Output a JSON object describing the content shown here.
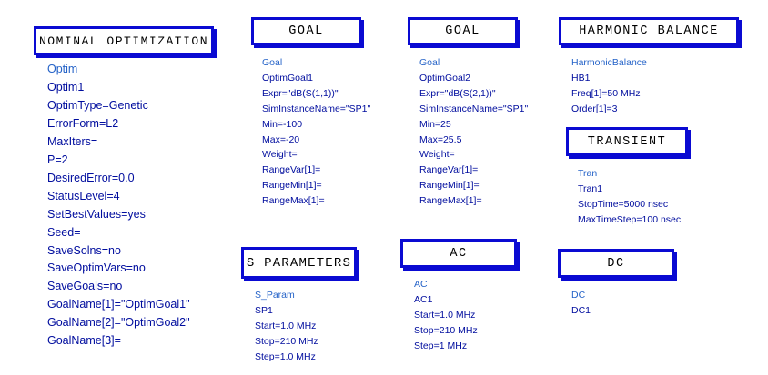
{
  "blocks": {
    "nominal_optimization": {
      "title": "NOMINAL OPTIMIZATION",
      "lines": [
        "Optim",
        "Optim1",
        "OptimType=Genetic",
        "ErrorForm=L2",
        "MaxIters=",
        "P=2",
        "DesiredError=0.0",
        "StatusLevel=4",
        "SetBestValues=yes",
        "Seed=",
        "SaveSolns=no",
        "SaveOptimVars=no",
        "SaveGoals=no",
        "GoalName[1]=\"OptimGoal1\"",
        "GoalName[2]=\"OptimGoal2\"",
        "GoalName[3]="
      ]
    },
    "goal1": {
      "title": "GOAL",
      "lines": [
        "Goal",
        "OptimGoal1",
        "Expr=\"dB(S(1,1))\"",
        "SimInstanceName=\"SP1\"",
        "Min=-100",
        "Max=-20",
        "Weight=",
        "RangeVar[1]=",
        "RangeMin[1]=",
        "RangeMax[1]="
      ]
    },
    "goal2": {
      "title": "GOAL",
      "lines": [
        "Goal",
        "OptimGoal2",
        "Expr=\"dB(S(2,1))\"",
        "SimInstanceName=\"SP1\"",
        "Min=25",
        "Max=25.5",
        "Weight=",
        "RangeVar[1]=",
        "RangeMin[1]=",
        "RangeMax[1]="
      ]
    },
    "harmonic_balance": {
      "title": "HARMONIC BALANCE",
      "lines": [
        "HarmonicBalance",
        "HB1",
        "Freq[1]=50 MHz",
        "Order[1]=3"
      ]
    },
    "transient": {
      "title": "TRANSIENT",
      "lines": [
        "Tran",
        "Tran1",
        "StopTime=5000 nsec",
        "MaxTimeStep=100 nsec"
      ]
    },
    "s_parameters": {
      "title": "S PARAMETERS",
      "lines": [
        "S_Param",
        "SP1",
        "Start=1.0 MHz",
        "Stop=210 MHz",
        "Step=1.0 MHz"
      ]
    },
    "ac": {
      "title": "AC",
      "lines": [
        "AC",
        "AC1",
        "Start=1.0 MHz",
        "Stop=210 MHz",
        "Step=1 MHz"
      ]
    },
    "dc": {
      "title": "DC",
      "lines": [
        "DC",
        "DC1"
      ]
    }
  }
}
